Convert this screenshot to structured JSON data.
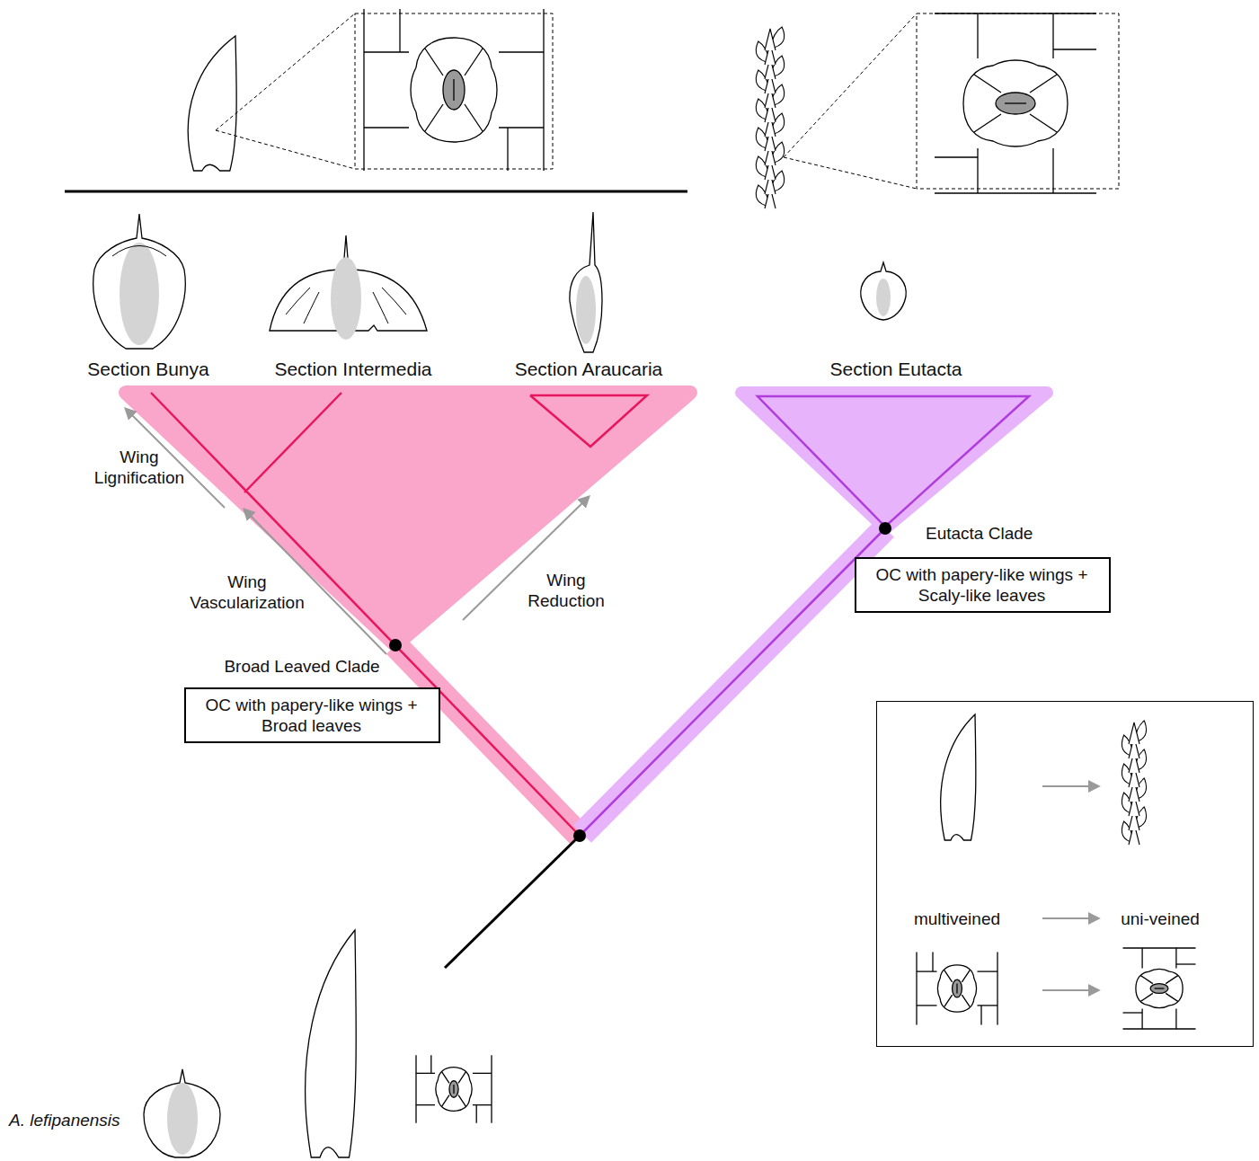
{
  "diagram": {
    "nodes": [
      {
        "text": [
          "OC with papery-like wings + Broad leaves"
        ]
      },
      {
        "text": [
          "OC with papery-like wings + Scaly-like leaves"
        ]
      },
      {
        "text": [
          "multiveined",
          "uni-veined"
        ]
      }
    ],
    "labels": [
      "Section Bunya",
      "Section Intermedia",
      "Section Araucaria",
      "Section Eutacta",
      "Wing Lignification",
      "Wing Vascularization",
      "Wing Reduction",
      "Broad Leaved Clade",
      "Eutacta Clade",
      "A. lefipanensis"
    ]
  }
}
